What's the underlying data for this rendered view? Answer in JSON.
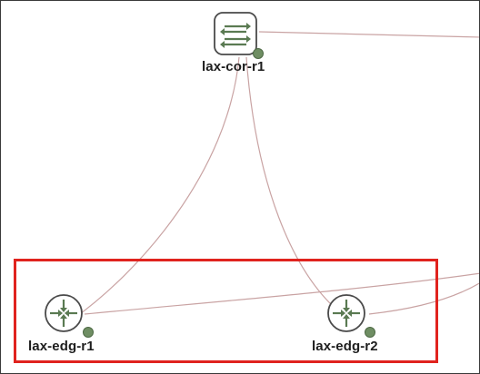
{
  "topology": {
    "nodes": [
      {
        "id": "lax-cor-r1",
        "label": "lax-cor-r1",
        "kind": "switch",
        "icon": "switch-icon",
        "status": "up"
      },
      {
        "id": "lax-edg-r1",
        "label": "lax-edg-r1",
        "kind": "router",
        "icon": "router-icon",
        "status": "up"
      },
      {
        "id": "lax-edg-r2",
        "label": "lax-edg-r2",
        "kind": "router",
        "icon": "router-icon",
        "status": "up"
      }
    ],
    "links": [
      {
        "from": "lax-cor-r1",
        "to": "lax-edg-r1"
      },
      {
        "from": "lax-cor-r1",
        "to": "lax-edg-r2"
      },
      {
        "from": "lax-edg-r1",
        "to": "offscreen-right"
      },
      {
        "from": "lax-edg-r2",
        "to": "offscreen-right"
      },
      {
        "from": "lax-cor-r1",
        "to": "offscreen-right"
      }
    ]
  },
  "highlight": {
    "nodes": [
      "lax-edg-r1",
      "lax-edg-r2"
    ]
  },
  "colors": {
    "link": "#c9a3a3",
    "icon_stroke": "#4a4a4a",
    "icon_fill": "#ffffff",
    "arrow": "#5a7a52",
    "status_up": "#6f8e63",
    "highlight": "#e0231e"
  }
}
